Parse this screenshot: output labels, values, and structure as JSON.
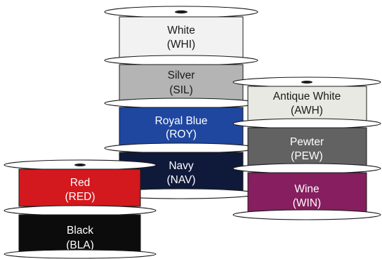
{
  "spools": [
    {
      "id": "white",
      "name": "White",
      "code": "(WHI)",
      "color": "#f2f2f2",
      "text_color": "#1a1a1a"
    },
    {
      "id": "silver",
      "name": "Silver",
      "code": "(SIL)",
      "color": "#b4b4b4",
      "text_color": "#1a1a1a"
    },
    {
      "id": "royal",
      "name": "Royal Blue",
      "code": "(ROY)",
      "color": "#1f47a0",
      "text_color": "#ffffff"
    },
    {
      "id": "navy",
      "name": "Navy",
      "code": "(NAV)",
      "color": "#0f1a3a",
      "text_color": "#ffffff"
    },
    {
      "id": "antique",
      "name": "Antique White",
      "code": "(AWH)",
      "color": "#e9e9e3",
      "text_color": "#1a1a1a"
    },
    {
      "id": "pewter",
      "name": "Pewter",
      "code": "(PEW)",
      "color": "#626262",
      "text_color": "#ffffff"
    },
    {
      "id": "wine",
      "name": "Wine",
      "code": "(WIN)",
      "color": "#861e5f",
      "text_color": "#ffffff"
    },
    {
      "id": "red",
      "name": "Red",
      "code": "(RED)",
      "color": "#d3181e",
      "text_color": "#ffffff"
    },
    {
      "id": "black",
      "name": "Black",
      "code": "(BLA)",
      "color": "#0c0c0c",
      "text_color": "#ffffff"
    }
  ]
}
